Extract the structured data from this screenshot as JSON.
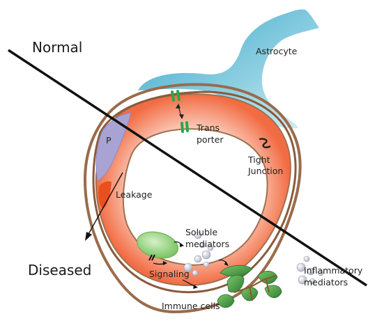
{
  "labels": {
    "normal": "Normal",
    "diseased": "Diseased",
    "astrocyte": "Astrocyte",
    "pericyte": "P",
    "transporter_line1": "Trans",
    "transporter_line2": "porter",
    "tight_junction_line1": "Tight",
    "tight_junction_line2": "Junction",
    "leakage": "Leakage",
    "soluble_line1": "Soluble",
    "soluble_line2": "mediators",
    "signaling": "Signaling",
    "inflammatory_line1": "Inflammatory",
    "inflammatory_line2": "mediators",
    "immune_cells": "Immune cells"
  },
  "colors": {
    "basement_membrane": "#9a6b4b",
    "endothelium": "#f0714a",
    "endothelium_light": "#fbd2c2",
    "astrocyte": "#7ec7dc",
    "pericyte": "#a9a3d4",
    "transporter": "#2aa84a",
    "mediator_cell": "#8ccf72",
    "immune_cell": "#3f9a3f",
    "bubble": "#c4c7d2",
    "divider": "#111111"
  }
}
